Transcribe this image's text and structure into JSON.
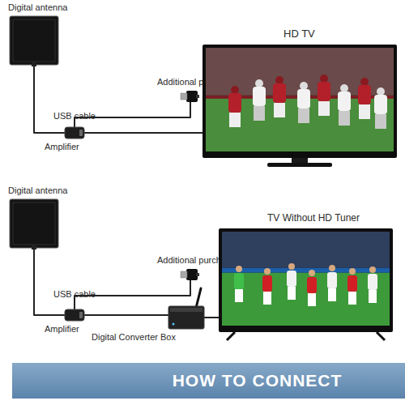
{
  "diagram": {
    "title": "HOW TO CONNECT",
    "nodes": [
      {
        "text": [
          "Digital antenna"
        ]
      },
      {
        "text": [
          "Amplifier"
        ]
      },
      {
        "text": [
          "Additional purchased"
        ]
      },
      {
        "text": [
          "HD TV"
        ]
      },
      {
        "text": [
          "Digital antenna"
        ]
      },
      {
        "text": [
          "Amplifier"
        ]
      },
      {
        "text": [
          "Additional purchased"
        ]
      },
      {
        "text": [
          "Digital Converter Box"
        ]
      },
      {
        "text": [
          "TV Without HD Tuner"
        ]
      }
    ],
    "edges": [
      {
        "from": 0,
        "to": 1,
        "arrow": "none"
      },
      {
        "from": 1,
        "to": 2,
        "arrow": "none",
        "label": "USB cable"
      },
      {
        "from": 1,
        "to": 3,
        "arrow": "none"
      },
      {
        "from": 4,
        "to": 5,
        "arrow": "none"
      },
      {
        "from": 5,
        "to": 6,
        "arrow": "none",
        "label": "USB cable"
      },
      {
        "from": 5,
        "to": 7,
        "arrow": "none"
      },
      {
        "from": 7,
        "to": 8,
        "arrow": "none"
      }
    ]
  }
}
